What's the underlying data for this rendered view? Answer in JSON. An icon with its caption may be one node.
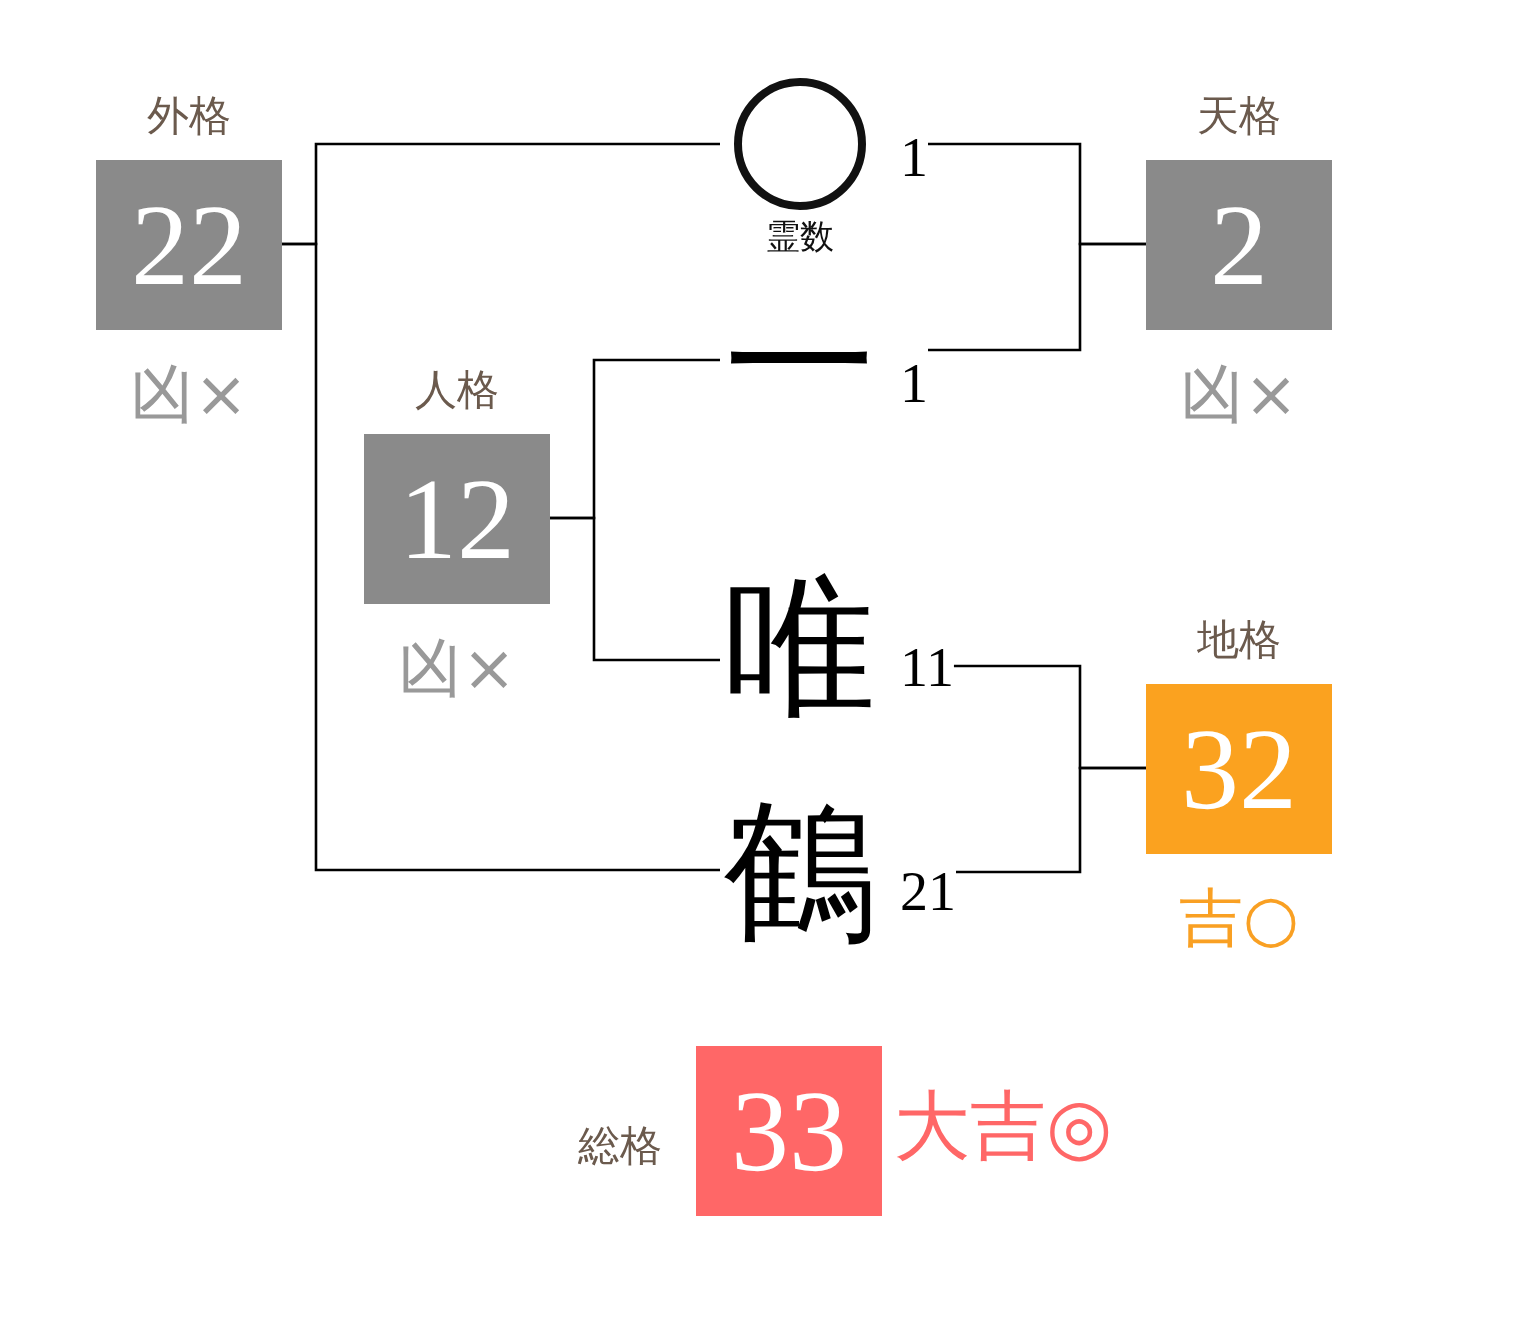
{
  "diagram": {
    "nodes": [
      {
        "text": [
          "外格",
          "22"
        ],
        "beside": [
          "凶×"
        ]
      },
      {
        "text": [],
        "shape": "circle",
        "beside": [
          "霊数",
          "1"
        ]
      },
      {
        "text": [
          "天格",
          "2"
        ],
        "beside": [
          "凶×"
        ]
      },
      {
        "text": [
          "一"
        ],
        "beside": [
          "1"
        ]
      },
      {
        "text": [
          "人格",
          "12"
        ],
        "beside": [
          "凶×"
        ]
      },
      {
        "text": [
          "唯"
        ],
        "beside": [
          "11"
        ]
      },
      {
        "text": [
          "地格",
          "32"
        ],
        "beside": [
          "吉○"
        ]
      },
      {
        "text": [
          "鶴"
        ],
        "beside": [
          "21"
        ]
      },
      {
        "text": [
          "総格",
          "33"
        ],
        "beside": [
          "大吉◎"
        ]
      }
    ],
    "edges": [
      {
        "from": 0,
        "to": 1,
        "arrow": "none"
      },
      {
        "from": 0,
        "to": 7,
        "arrow": "none"
      },
      {
        "from": 1,
        "to": 2,
        "arrow": "none"
      },
      {
        "from": 3,
        "to": 2,
        "arrow": "none"
      },
      {
        "from": 4,
        "to": 3,
        "arrow": "none"
      },
      {
        "from": 4,
        "to": 5,
        "arrow": "none"
      },
      {
        "from": 5,
        "to": 6,
        "arrow": "none"
      },
      {
        "from": 7,
        "to": 6,
        "arrow": "none"
      }
    ]
  }
}
